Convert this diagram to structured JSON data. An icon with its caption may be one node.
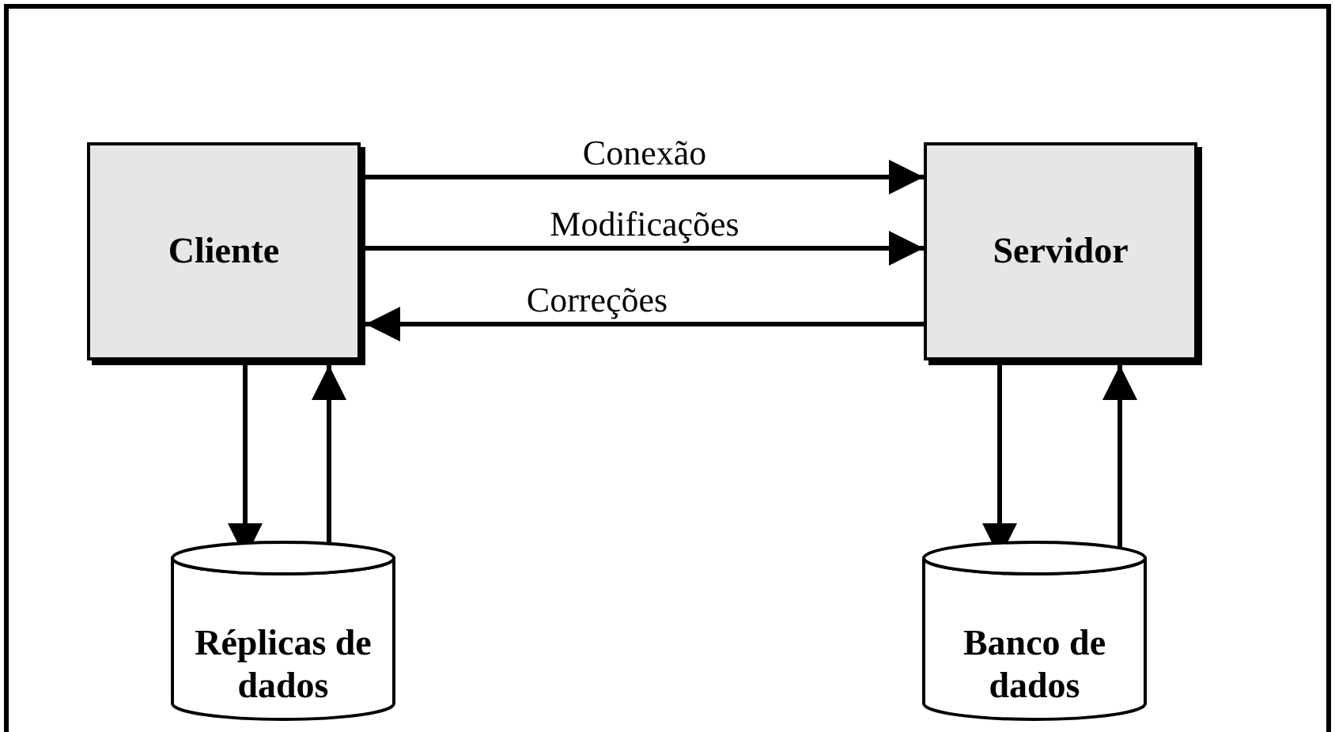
{
  "diagram": {
    "nodes": [
      {
        "text": [
          "Cliente"
        ]
      },
      {
        "text": [
          "Servidor"
        ]
      },
      {
        "text": [
          "Réplicas de dados"
        ]
      },
      {
        "text": [
          "Banco de dados"
        ]
      }
    ],
    "edges": [
      {
        "from": 0,
        "to": 1,
        "arrow": "to",
        "label": "Conexão"
      },
      {
        "from": 0,
        "to": 1,
        "arrow": "to",
        "label": "Modificações"
      },
      {
        "from": 1,
        "to": 0,
        "arrow": "to",
        "label": "Correções"
      },
      {
        "from": 0,
        "to": 2,
        "arrow": "to"
      },
      {
        "from": 2,
        "to": 0,
        "arrow": "to"
      },
      {
        "from": 1,
        "to": 3,
        "arrow": "to"
      },
      {
        "from": 3,
        "to": 1,
        "arrow": "to"
      }
    ]
  }
}
